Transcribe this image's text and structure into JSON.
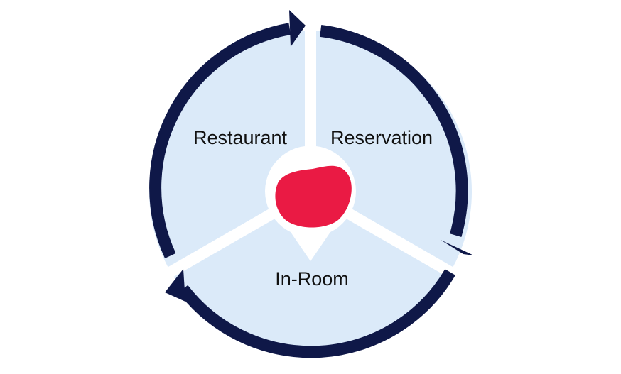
{
  "diagram": {
    "segments": [
      {
        "label": "Restaurant"
      },
      {
        "label": "Reservation"
      },
      {
        "label": "In-Room"
      }
    ],
    "center_icon": "location-pin-icon"
  },
  "colors": {
    "segment_fill": "#dbeaf9",
    "arrow": "#0f1848",
    "divider": "#ffffff",
    "pin_fill": "#ffffff",
    "pin_accent": "#ea1a44",
    "label_text": "#111111",
    "background": "#ffffff"
  }
}
